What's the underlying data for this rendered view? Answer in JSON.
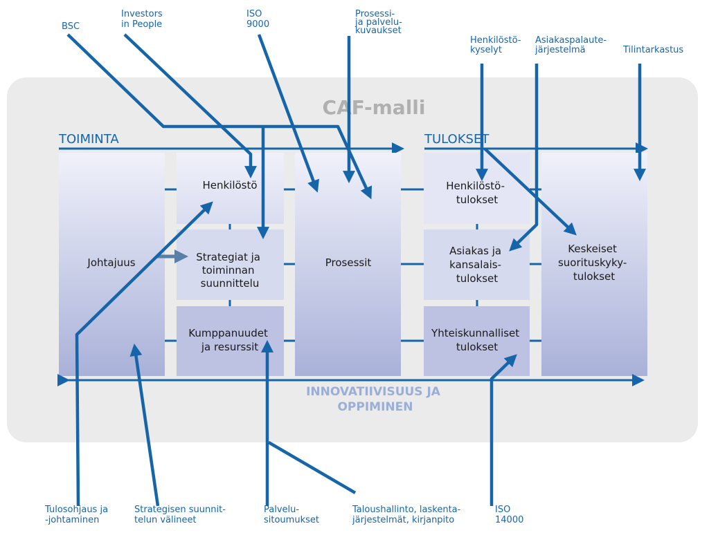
{
  "title": "CAF-malli",
  "lanes": {
    "left": "TOIMINTA",
    "right": "TULOKSET"
  },
  "innovation": [
    "INNOVATIIVISUUS JA",
    "OPPIMINEN"
  ],
  "boxes": {
    "johtajuus": [
      "Johtajuus"
    ],
    "henkilosto": [
      "Henkilöstö"
    ],
    "strategiat": [
      "Strategiat ja",
      "toiminnan",
      "suunnittelu"
    ],
    "kumppanuudet": [
      "Kumppanuudet",
      "ja resurssit"
    ],
    "prosessit": [
      "Prosessit"
    ],
    "henkilostotulokset": [
      "Henkilöstö-",
      "tulokset"
    ],
    "asiakastulokset": [
      "Asiakas ja",
      "kansalais-",
      "tulokset"
    ],
    "yhteiskunnalliset": [
      "Yhteiskunnalliset",
      "tulokset"
    ],
    "keskeiset": [
      "Keskeiset",
      "suorituskyky-",
      "tulokset"
    ]
  },
  "top_labels": {
    "bsc": [
      "BSC"
    ],
    "investors": [
      "Investors",
      "in People"
    ],
    "iso9000": [
      "ISO",
      "9000"
    ],
    "prosessi": [
      "Prosessi-",
      "ja palvelu-",
      "kuvaukset"
    ],
    "henkilostokyselyt": [
      "Henkilöstö-",
      "kyselyt"
    ],
    "asiakaspalaute": [
      "Asiakaspalaute-",
      "järjestelmä"
    ],
    "tilintarkastus": [
      "Tilintarkastus"
    ]
  },
  "bottom_labels": {
    "tulosohjaus": [
      "Tulosohjaus ja",
      "-johtaminen"
    ],
    "strategisen": [
      "Strategisen suunnit-",
      "telun välineet"
    ],
    "palvelu": [
      "Palvelu-",
      "sitoumukset"
    ],
    "taloushallinto": [
      "Taloushallinto, laskenta-",
      "järjestelmät, kirjanpito"
    ],
    "iso14000": [
      "ISO",
      "14000"
    ]
  },
  "colors": {
    "arrow": "#1565a8",
    "panel": "#ebebeb",
    "box_top": "#f0f1fa",
    "box_bottom": "#a9b1d9",
    "title": "#b0b0b0",
    "innovation": "#9aaed6",
    "internal_arrow": "#5a7fa6"
  }
}
